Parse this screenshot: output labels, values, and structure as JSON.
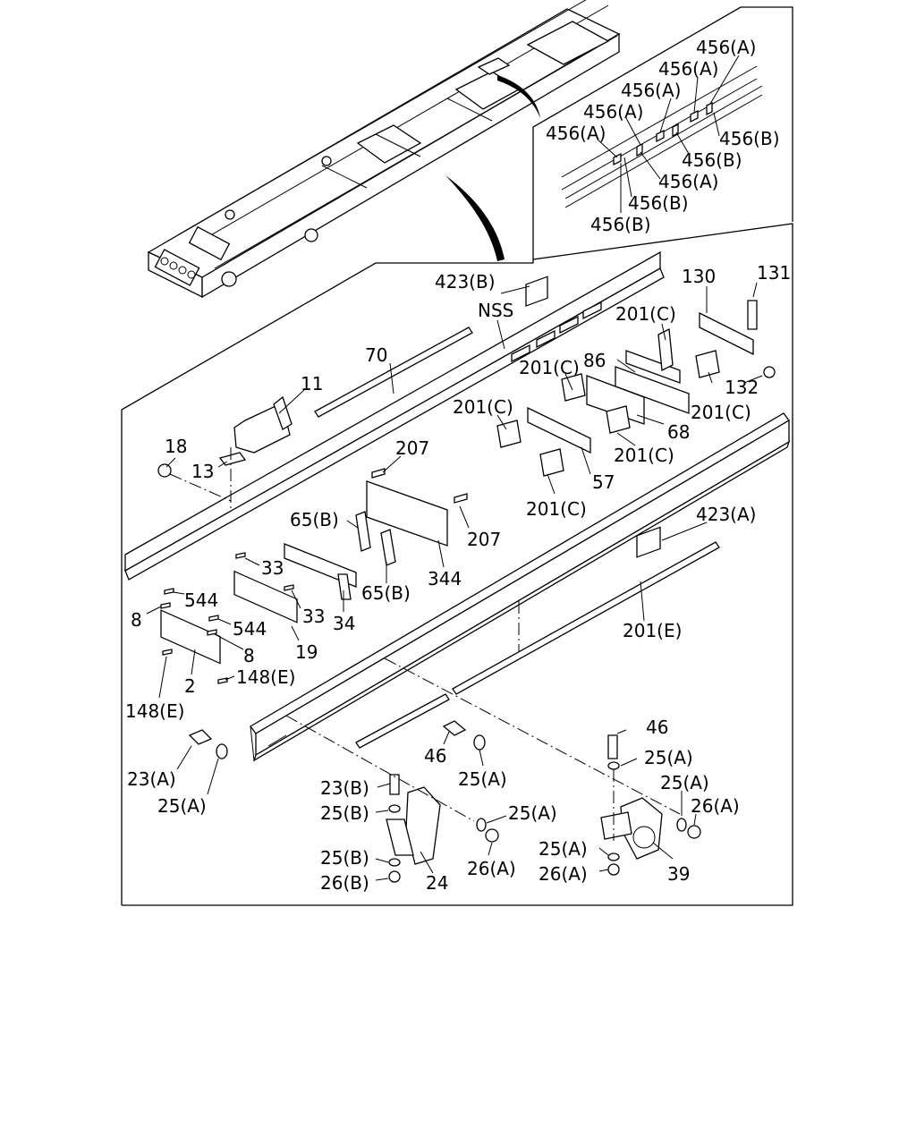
{
  "diagram": {
    "labels": {
      "l_456a_1": "456(A)",
      "l_456a_2": "456(A)",
      "l_456a_3": "456(A)",
      "l_456a_4": "456(A)",
      "l_456a_5": "456(A)",
      "l_456b_1": "456(B)",
      "l_456b_2": "456(B)",
      "l_456a_6": "456(A)",
      "l_456b_3": "456(B)",
      "l_456b_4": "456(B)",
      "l_423b": "423(B)",
      "l_nss": "NSS",
      "l_130": "130",
      "l_131": "131",
      "l_70": "70",
      "l_201c_1": "201(C)",
      "l_86": "86",
      "l_201c_2": "201(C)",
      "l_11": "11",
      "l_132": "132",
      "l_201c_3": "201(C)",
      "l_201c_4": "201(C)",
      "l_68": "68",
      "l_18": "18",
      "l_13": "13",
      "l_207_1": "207",
      "l_201c_5": "201(C)",
      "l_57": "57",
      "l_201c_6": "201(C)",
      "l_65b_1": "65(B)",
      "l_423a": "423(A)",
      "l_207_2": "207",
      "l_33_1": "33",
      "l_344": "344",
      "l_544_1": "544",
      "l_65b_2": "65(B)",
      "l_8_1": "8",
      "l_33_2": "33",
      "l_34": "34",
      "l_544_2": "544",
      "l_201e": "201(E)",
      "l_8_2": "8",
      "l_19": "19",
      "l_148e_1": "148(E)",
      "l_2": "2",
      "l_148e_2": "148(E)",
      "l_46_1": "46",
      "l_46_2": "46",
      "l_25a_1": "25(A)",
      "l_23a": "23(A)",
      "l_25a_2": "25(A)",
      "l_25a_3": "25(A)",
      "l_25a_4": "25(A)",
      "l_23b": "23(B)",
      "l_25b_1": "25(B)",
      "l_25a_5": "25(A)",
      "l_26a_1": "26(A)",
      "l_25b_2": "25(B)",
      "l_26a_2": "26(A)",
      "l_25a_6": "25(A)",
      "l_26b": "26(B)",
      "l_24": "24",
      "l_26a_3": "26(A)",
      "l_39": "39"
    }
  }
}
